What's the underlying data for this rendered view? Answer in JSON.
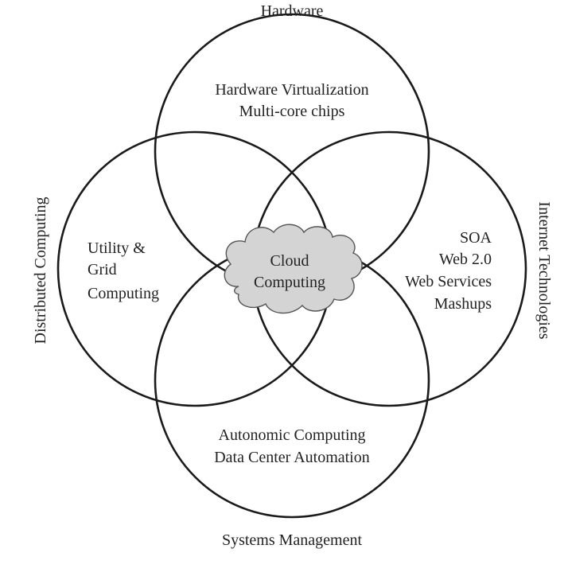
{
  "diagram": {
    "colors": {
      "stroke": "#1a1a1a",
      "text": "#222222",
      "cloud_fill": "#d4d4d4",
      "cloud_stroke": "#555555"
    },
    "outer_labels": {
      "top": "Hardware",
      "left": "Distributed Computing",
      "right": "Internet Technologies",
      "bottom": "Systems Management"
    },
    "top_circle": {
      "line1": "Hardware Virtualization",
      "line2": "Multi-core chips"
    },
    "left_circle": {
      "line1": "Utility &",
      "line2": "Grid",
      "line3": "Computing"
    },
    "right_circle": {
      "line1": "SOA",
      "line2": "Web 2.0",
      "line3": "Web Services",
      "line4": "Mashups"
    },
    "bottom_circle": {
      "line1": "Autonomic Computing",
      "line2": "Data Center Automation"
    },
    "center": {
      "icon": "cloud-icon",
      "line1": "Cloud",
      "line2": "Computing"
    }
  }
}
